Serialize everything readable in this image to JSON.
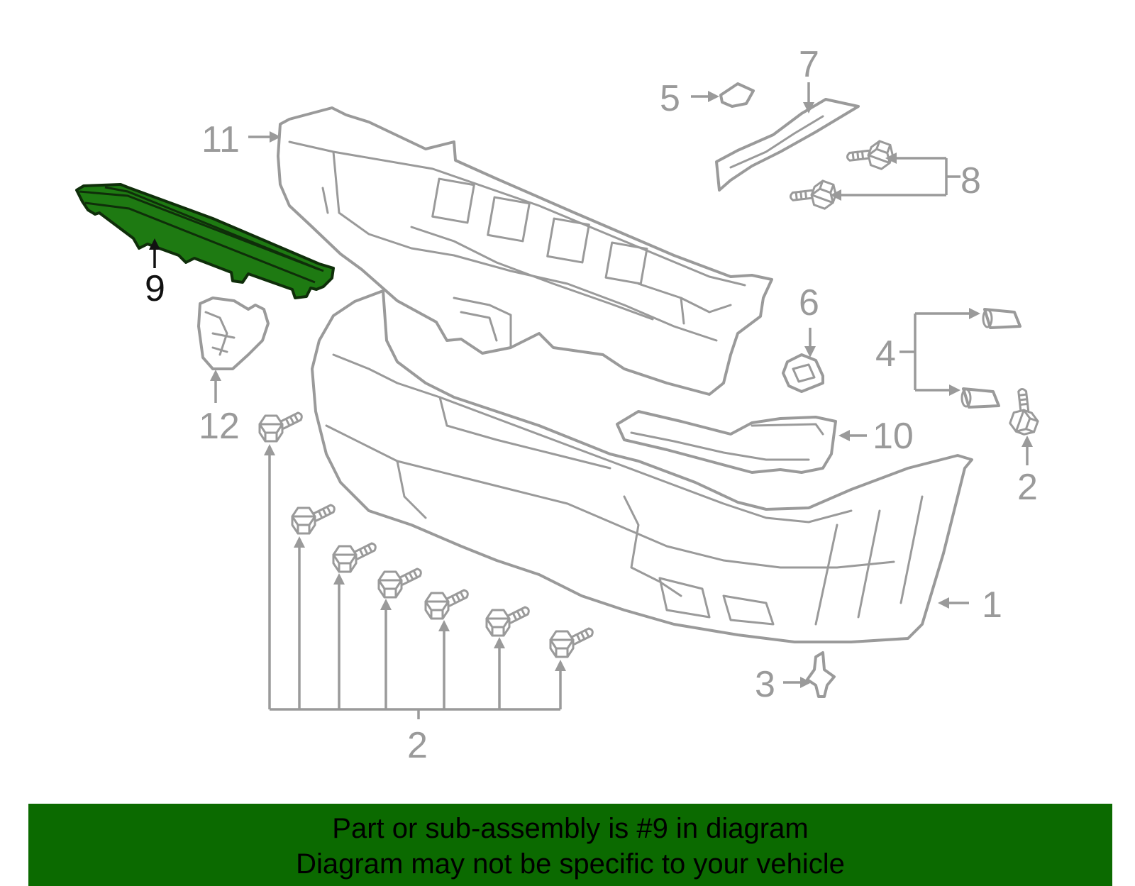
{
  "diagram": {
    "highlighted_part": "9",
    "callouts": {
      "c1": "1",
      "c2_bottom": "2",
      "c2_right": "2",
      "c3": "3",
      "c4": "4",
      "c5": "5",
      "c6": "6",
      "c7": "7",
      "c8": "8",
      "c9": "9",
      "c10": "10",
      "c11": "11",
      "c12": "12"
    },
    "colors": {
      "highlight_fill": "#1e7a12",
      "line_gray": "#9a9a9a",
      "banner_green": "#0b6a00"
    }
  },
  "banner": {
    "line1": "Part or sub-assembly is #9 in diagram",
    "line2": "Diagram may not be specific to your vehicle"
  }
}
